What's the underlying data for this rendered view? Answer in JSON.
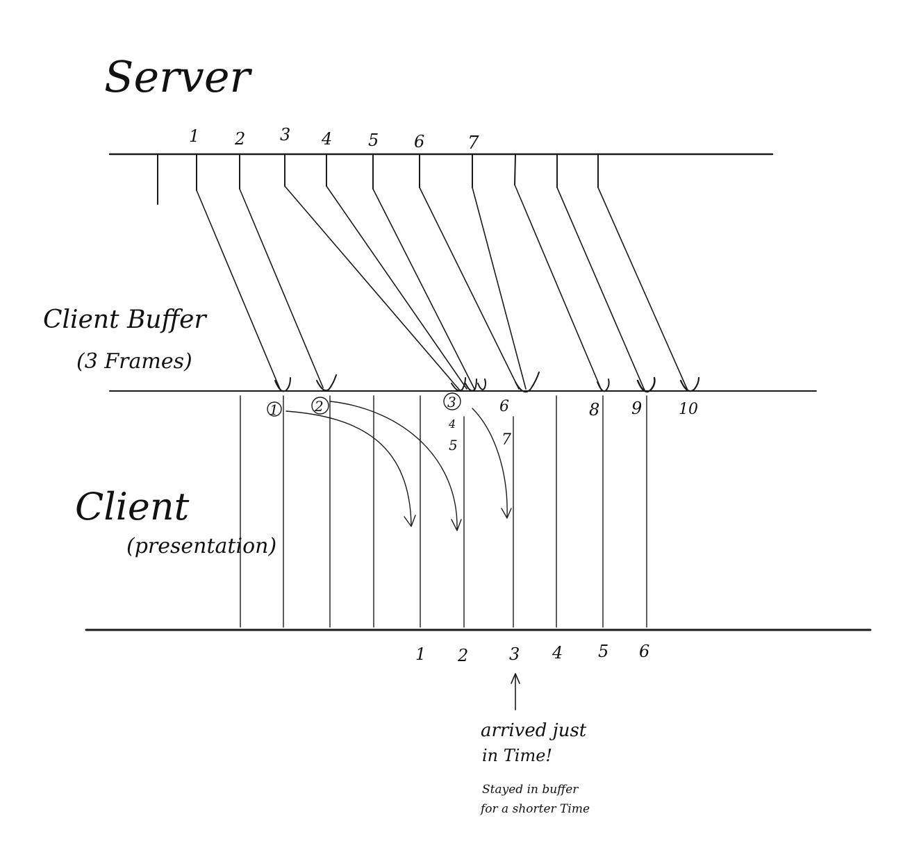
{
  "labels": {
    "server": "Server",
    "client_buffer_line1": "Client Buffer",
    "client_buffer_line2": "(3 Frames)",
    "client_line1": "Client",
    "client_line2": "(presentation)"
  },
  "server_frames": [
    "1",
    "2",
    "3",
    "4",
    "5",
    "6",
    "7"
  ],
  "buffer_labels": {
    "first": "1",
    "second": "2",
    "third": "3",
    "third_sub1": "4",
    "third_sub2": "5",
    "six": "6",
    "seven": "7",
    "eight": "8",
    "nine": "9",
    "ten": "10"
  },
  "presentation_frames": [
    "1",
    "2",
    "3",
    "4",
    "5",
    "6"
  ],
  "annotation": {
    "line1": "arrived just",
    "line2": "in Time!",
    "line3": "Stayed in buffer",
    "line4": "for a shorter Time"
  },
  "colors": {
    "ink": "#1a1a1a",
    "background": "#ffffff"
  }
}
